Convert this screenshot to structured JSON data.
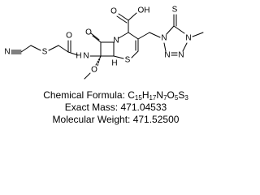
{
  "structure": {
    "atom_labels": {
      "n_nitrile": "N",
      "s_thioether": "S",
      "o_amide": "O",
      "h_amide": "H",
      "n_amide": "N",
      "o_lactam": "O",
      "n_lactam": "N",
      "s_ring": "S",
      "o_methoxy": "O",
      "o_acid": "O",
      "oh_acid": "OH",
      "s_thione": "S",
      "n_tet1": "N",
      "n_tet2": "N",
      "n_tet3": "N",
      "n_tet4": "N",
      "h_ring": "H"
    }
  },
  "info": {
    "formula_label": "Chemical Formula: ",
    "formula_parts": [
      "C",
      "15",
      "H",
      "17",
      "N",
      "7",
      "O",
      "5",
      "S",
      "3"
    ],
    "exact_mass_label": "Exact Mass: ",
    "exact_mass_value": "471.04533",
    "mw_label": "Molecular Weight: ",
    "mw_value": "471.52500"
  }
}
